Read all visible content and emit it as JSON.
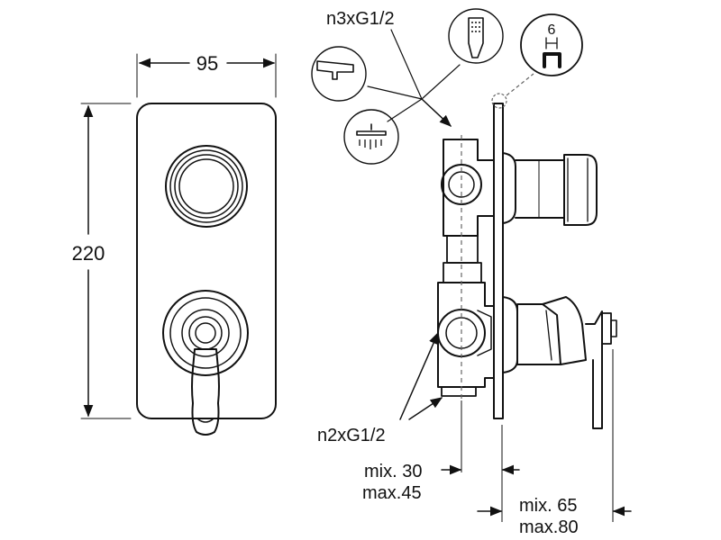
{
  "dimensions": {
    "width": "95",
    "height": "220"
  },
  "connections": {
    "outlets": "n3xG1/2",
    "inlets": "n2xG1/2"
  },
  "wall_depth": {
    "line1": "mix. 30",
    "line2": "max.45"
  },
  "total_depth": {
    "line1": "mix. 65",
    "line2": "max.80"
  },
  "detail": {
    "number": "6"
  },
  "icons": [
    "bath-spout-icon",
    "hand-shower-icon",
    "overhead-shower-icon"
  ],
  "colors": {
    "line": "#111111",
    "dashed": "#666666",
    "background": "#ffffff"
  }
}
